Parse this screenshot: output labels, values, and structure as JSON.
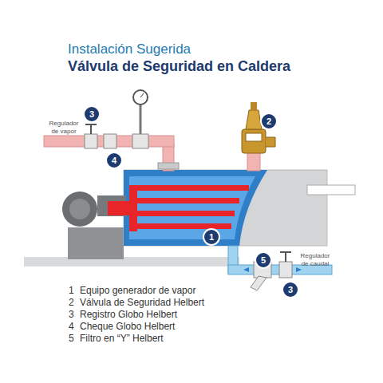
{
  "diagram": {
    "title": "Válvula de Seguridad en Caldera",
    "nodes": [
      {
        "text": [
          "3"
        ]
      },
      {
        "text": [
          "2"
        ]
      },
      {
        "text": [
          "4"
        ]
      },
      {
        "text": [
          "1"
        ]
      },
      {
        "text": [
          "5"
        ]
      },
      {
        "text": [
          "3"
        ]
      }
    ],
    "labels": [
      "Instalación Sugerida",
      "Regulador de vapor",
      "Regulador de caudal",
      "1",
      "Equipo generador de vapor",
      "2",
      "Válvula de Seguridad Helbert",
      "3",
      "Registro Globo Helbert",
      "4",
      "Cheque Globo Helbert",
      "5",
      "Filtro en “Y” Helbert"
    ]
  }
}
